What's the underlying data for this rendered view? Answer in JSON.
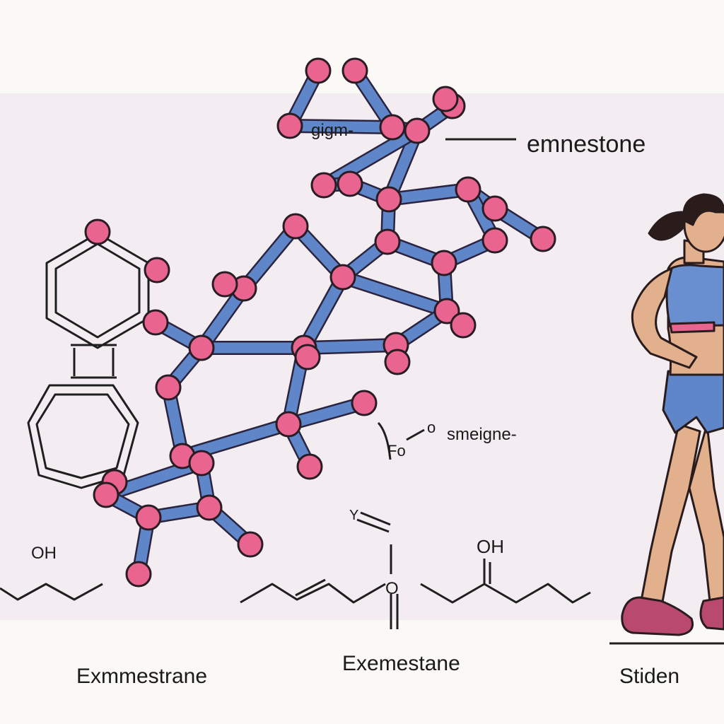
{
  "labels": {
    "molecule_name_callout": "emnestone",
    "top_fragment": "gigm-",
    "side_fragment": "smeigne-",
    "side_fragment_prefix": "Fo",
    "oxygen_mark": "o",
    "hydroxyl_left": "OH",
    "hydroxyl_right": "OH",
    "carbonyl_oxygen": "O",
    "small_mark": "Y",
    "caption_left": "Exmmestrane",
    "caption_center": "Exemestane",
    "caption_right": "Stiden"
  },
  "colors": {
    "background": "#fbf9f6",
    "panel": "#f3edf1",
    "bond_blue": "#5f86c8",
    "atom_pink": "#e9658f",
    "line_ink": "#1f1f1f",
    "top_bra": "#6a8fd0",
    "shorts": "#5f86c8",
    "shoes": "#b9496f",
    "skin": "#e2b08c",
    "hair": "#2b1c1c"
  },
  "figure": {
    "description_icon": "runner-woman-icon"
  }
}
